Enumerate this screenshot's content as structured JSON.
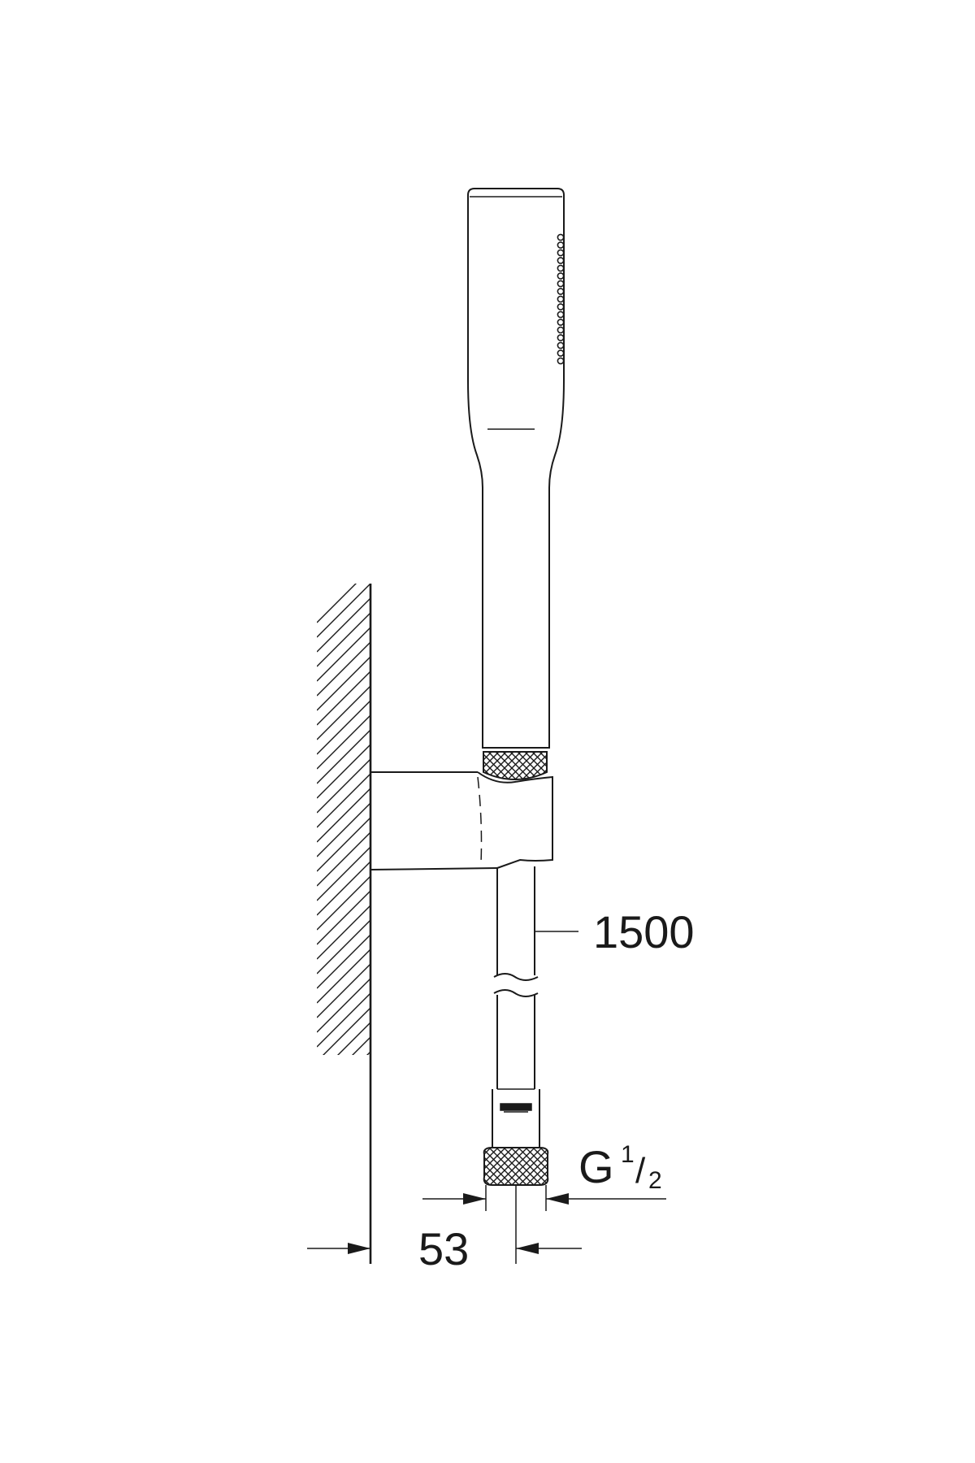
{
  "diagram": {
    "colors": {
      "line": "#1a1a1a",
      "background": "#ffffff"
    },
    "dimensions": {
      "hose_length": "1500",
      "wall_offset": "53",
      "thread_main": "G",
      "thread_num": "1",
      "thread_slash": "/",
      "thread_den": "2"
    }
  }
}
